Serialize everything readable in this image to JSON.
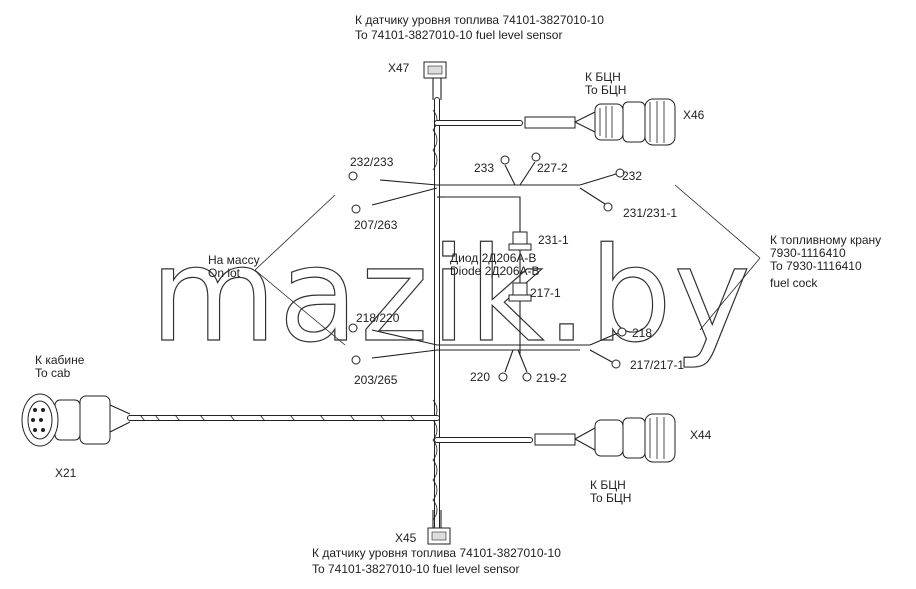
{
  "labels": {
    "top_sensor_ru": "К датчику уровня топлива 74101-3827010-10",
    "top_sensor_en": "To 74101-3827010-10 fuel level sensor",
    "x47": "X47",
    "bcn_top_ru": "К БЦН",
    "bcn_top_en": "To БЦН",
    "x46": "X46",
    "l232_233": "232/233",
    "l207_263": "207/263",
    "l233": "233",
    "l227_2": "227-2",
    "l232": "232",
    "l231_231_1": "231/231-1",
    "l231_1": "231-1",
    "diode_ru": "Диод 2Д206А-В",
    "diode_en": "Diode 2Д206А-В",
    "l217_1": "217-1",
    "ground_ru": "На массу",
    "ground_en": "On lot",
    "fuel_cock_ru": "К топливному крану",
    "fuel_cock_num": "7930-1116410",
    "fuel_cock_en": "To 7930-1116410",
    "fuel_cock_en2": "fuel cock",
    "l218_220": "218/220",
    "l218": "218",
    "l203_265": "203/265",
    "l217_217_1": "217/217-1",
    "l220": "220",
    "l219_2": "219-2",
    "cab_ru": "К кабине",
    "cab_en": "To cab",
    "x21": "X21",
    "x44": "X44",
    "bcn_bottom_ru": "К БЦН",
    "bcn_bottom_en": "To БЦН",
    "x45": "X45",
    "bottom_sensor_ru": "К датчику уровня топлива 74101-3827010-10",
    "bottom_sensor_en": "To 74101-3827010-10 fuel level sensor"
  },
  "watermark": "mazik.by"
}
